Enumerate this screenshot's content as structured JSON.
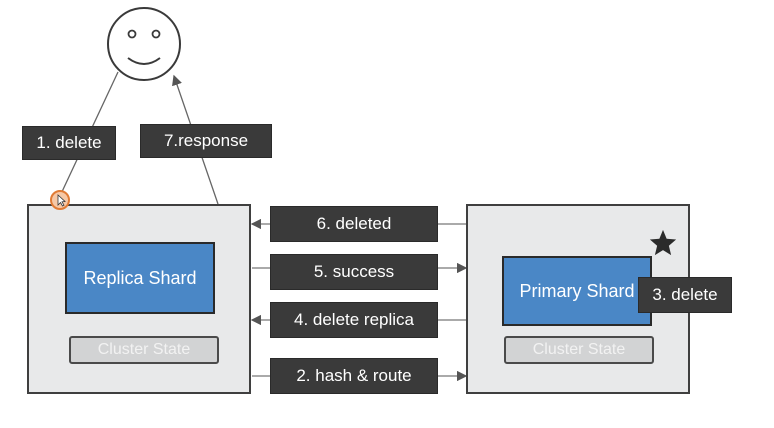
{
  "diagram": {
    "labels": {
      "delete": "1. delete",
      "response": "7.response",
      "deleted": "6. deleted",
      "success": "5. success",
      "delete_replica": "4. delete replica",
      "hash_route": "2. hash & route",
      "primary_delete": "3. delete"
    },
    "replica_node": {
      "shard_label": "Replica Shard",
      "cluster_state": "Cluster State"
    },
    "primary_node": {
      "shard_label": "Primary Shard",
      "cluster_state": "Cluster State"
    },
    "colors": {
      "shard_blue": "#4a87c6",
      "label_dark": "#3a3a3a",
      "node_bg": "#e8e9ea"
    },
    "icons": [
      "smiley-face-icon",
      "star-icon",
      "cursor-icon"
    ]
  }
}
